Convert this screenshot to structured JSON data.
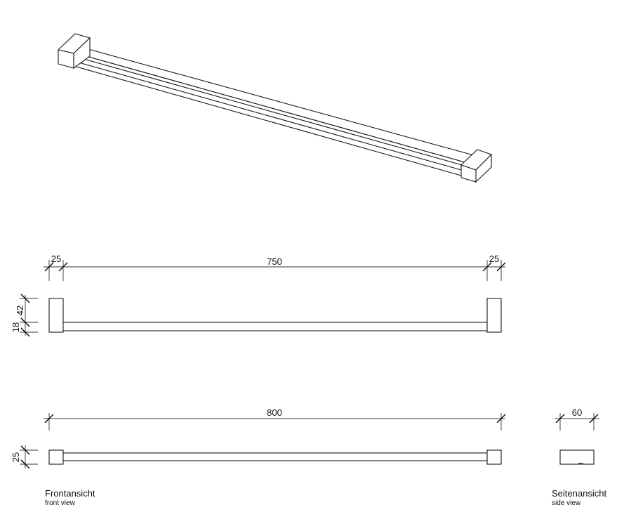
{
  "drawing": {
    "isometric_view": {
      "description": "towel bar isometric"
    },
    "front_view_top": {
      "dims": {
        "left_mount_width": "25",
        "bar_length": "750",
        "right_mount_width": "25",
        "mount_height": "42",
        "bar_height": "18"
      }
    },
    "front_view_bottom": {
      "dims": {
        "overall_length": "800",
        "mount_depth": "25"
      }
    },
    "side_view": {
      "dims": {
        "width": "60"
      }
    },
    "labels": {
      "front_title": "Frontansicht",
      "front_subtitle": "front view",
      "side_title": "Seitenansicht",
      "side_subtitle": "side view"
    }
  }
}
